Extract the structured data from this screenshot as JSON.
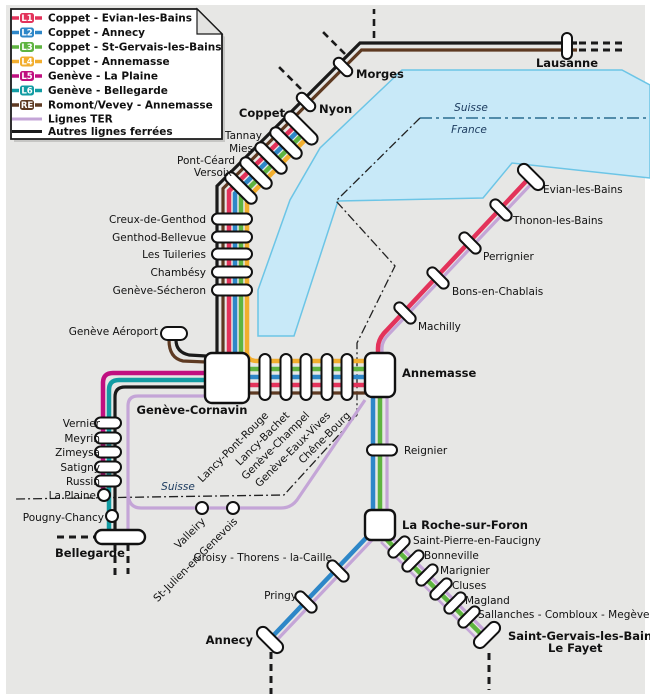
{
  "legend": {
    "items": [
      {
        "badge": "L1",
        "color": "#E3335B",
        "label": "Coppet - Evian-les-Bains"
      },
      {
        "badge": "L2",
        "color": "#2E87C8",
        "label": "Coppet - Annecy"
      },
      {
        "badge": "L3",
        "color": "#5FB440",
        "label": "Coppet - St-Gervais-les-Bains"
      },
      {
        "badge": "L4",
        "color": "#F2AE2E",
        "label": "Coppet - Annemasse"
      },
      {
        "badge": "L5",
        "color": "#C01080",
        "label": "Genève - La Plaine"
      },
      {
        "badge": "L6",
        "color": "#129CA3",
        "label": "Genève - Bellegarde"
      },
      {
        "badge": "RE",
        "color": "#5E3A22",
        "label": "Romont/Vevey - Annemasse"
      }
    ],
    "ter": {
      "label": "Lignes TER",
      "color": "#C4A5D7"
    },
    "other": {
      "label": "Autres lignes ferrées",
      "color": "#1A1A1A"
    }
  },
  "colors": {
    "l1": "#E3335B",
    "l2": "#2E87C8",
    "l3": "#5FB440",
    "l4": "#F2AE2E",
    "l5": "#C01080",
    "l6": "#129CA3",
    "re": "#5E3A22",
    "ter": "#C4A5D7",
    "rail": "#1A1A1A",
    "lake_fill": "#C8E9F8",
    "lake_stroke": "#6CC5E6",
    "background": "#E7E7E5"
  },
  "regions": {
    "lake_top": "Suisse",
    "lake_bottom": "France",
    "west": "Suisse"
  },
  "stations": {
    "mainline": {
      "morges": "Morges",
      "nyon": "Nyon",
      "lausanne": "Lausanne"
    },
    "coppet_corridor": [
      "Coppet",
      "Tannay",
      "Mies",
      "Pont-Céard",
      "Versoix",
      "Creux-de-Genthod",
      "Genthod-Bellevue",
      "Les Tuileries",
      "Chambésy",
      "Genève-Sécheron"
    ],
    "geneva": {
      "airport": "Genève Aéroport",
      "cornavin": "Genève-Cornavin"
    },
    "east_corridor": [
      "Lancy-Pont-Rouge",
      "Lancy-Bachet",
      "Genève-Champel",
      "Genève-Eaux-Vives",
      "Chêne-Bourg"
    ],
    "annemasse": "Annemasse",
    "evian_branch": [
      "Machilly",
      "Bons-en-Chablais",
      "Perrignier",
      "Thonon-les-Bains",
      "Evian-les-Bains"
    ],
    "west_corridor": [
      "Vernier",
      "Meyrin",
      "Zimeysa",
      "Satigny",
      "Russin",
      "La Plaine",
      "Pougny-Chancy",
      "Bellegarde"
    ],
    "ter_branch": [
      "Valleiry",
      "St-Julien-en-Genevois"
    ],
    "annecy_branch": [
      "Reignier",
      "La Roche-sur-Foron",
      "Groisy - Thorens - la-Caille",
      "Pringy",
      "Annecy"
    ],
    "stgervais_branch": [
      "Saint-Pierre-en-Faucigny",
      "Bonneville",
      "Marignier",
      "Cluses",
      "Magland",
      "Sallanches - Combloux - Megève",
      "Saint-Gervais-les-Bains",
      "Le Fayet"
    ]
  }
}
